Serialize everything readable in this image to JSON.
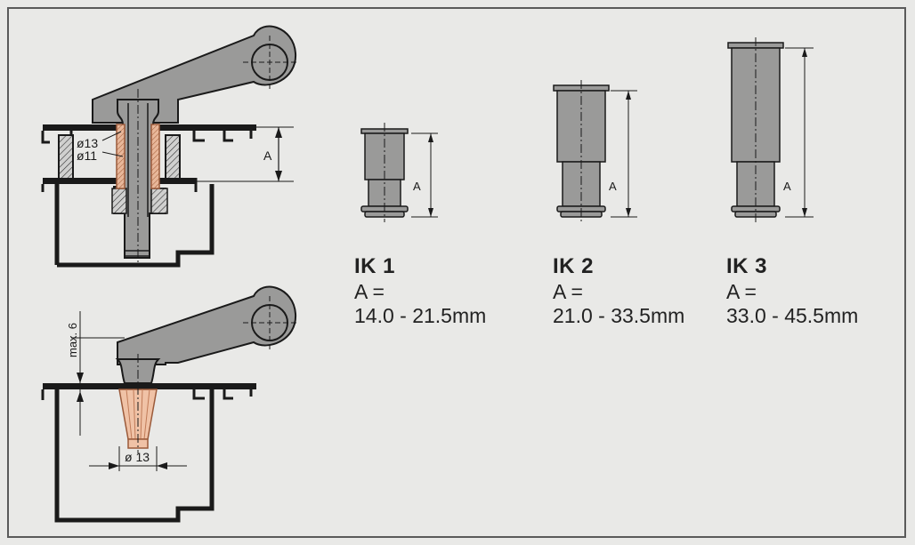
{
  "drawing": {
    "dim_a": "A",
    "dim_d13": "ø13",
    "dim_d11": "ø11",
    "dim_max": "max. 6",
    "dim_d13_lower": "ø 13"
  },
  "variants": [
    {
      "name": "IK 1",
      "a_label": "A =",
      "range": "14.0 - 21.5mm",
      "dim_label": "A"
    },
    {
      "name": "IK 2",
      "a_label": "A =",
      "range": "21.0 - 33.5mm",
      "dim_label": "A"
    },
    {
      "name": "IK 3",
      "a_label": "A =",
      "range": "33.0 - 45.5mm",
      "dim_label": "A"
    }
  ],
  "colors": {
    "part_fill": "#9a9a99",
    "outline": "#1a1a1a",
    "copper": "#e8b79a",
    "background": "#e9e9e7"
  }
}
